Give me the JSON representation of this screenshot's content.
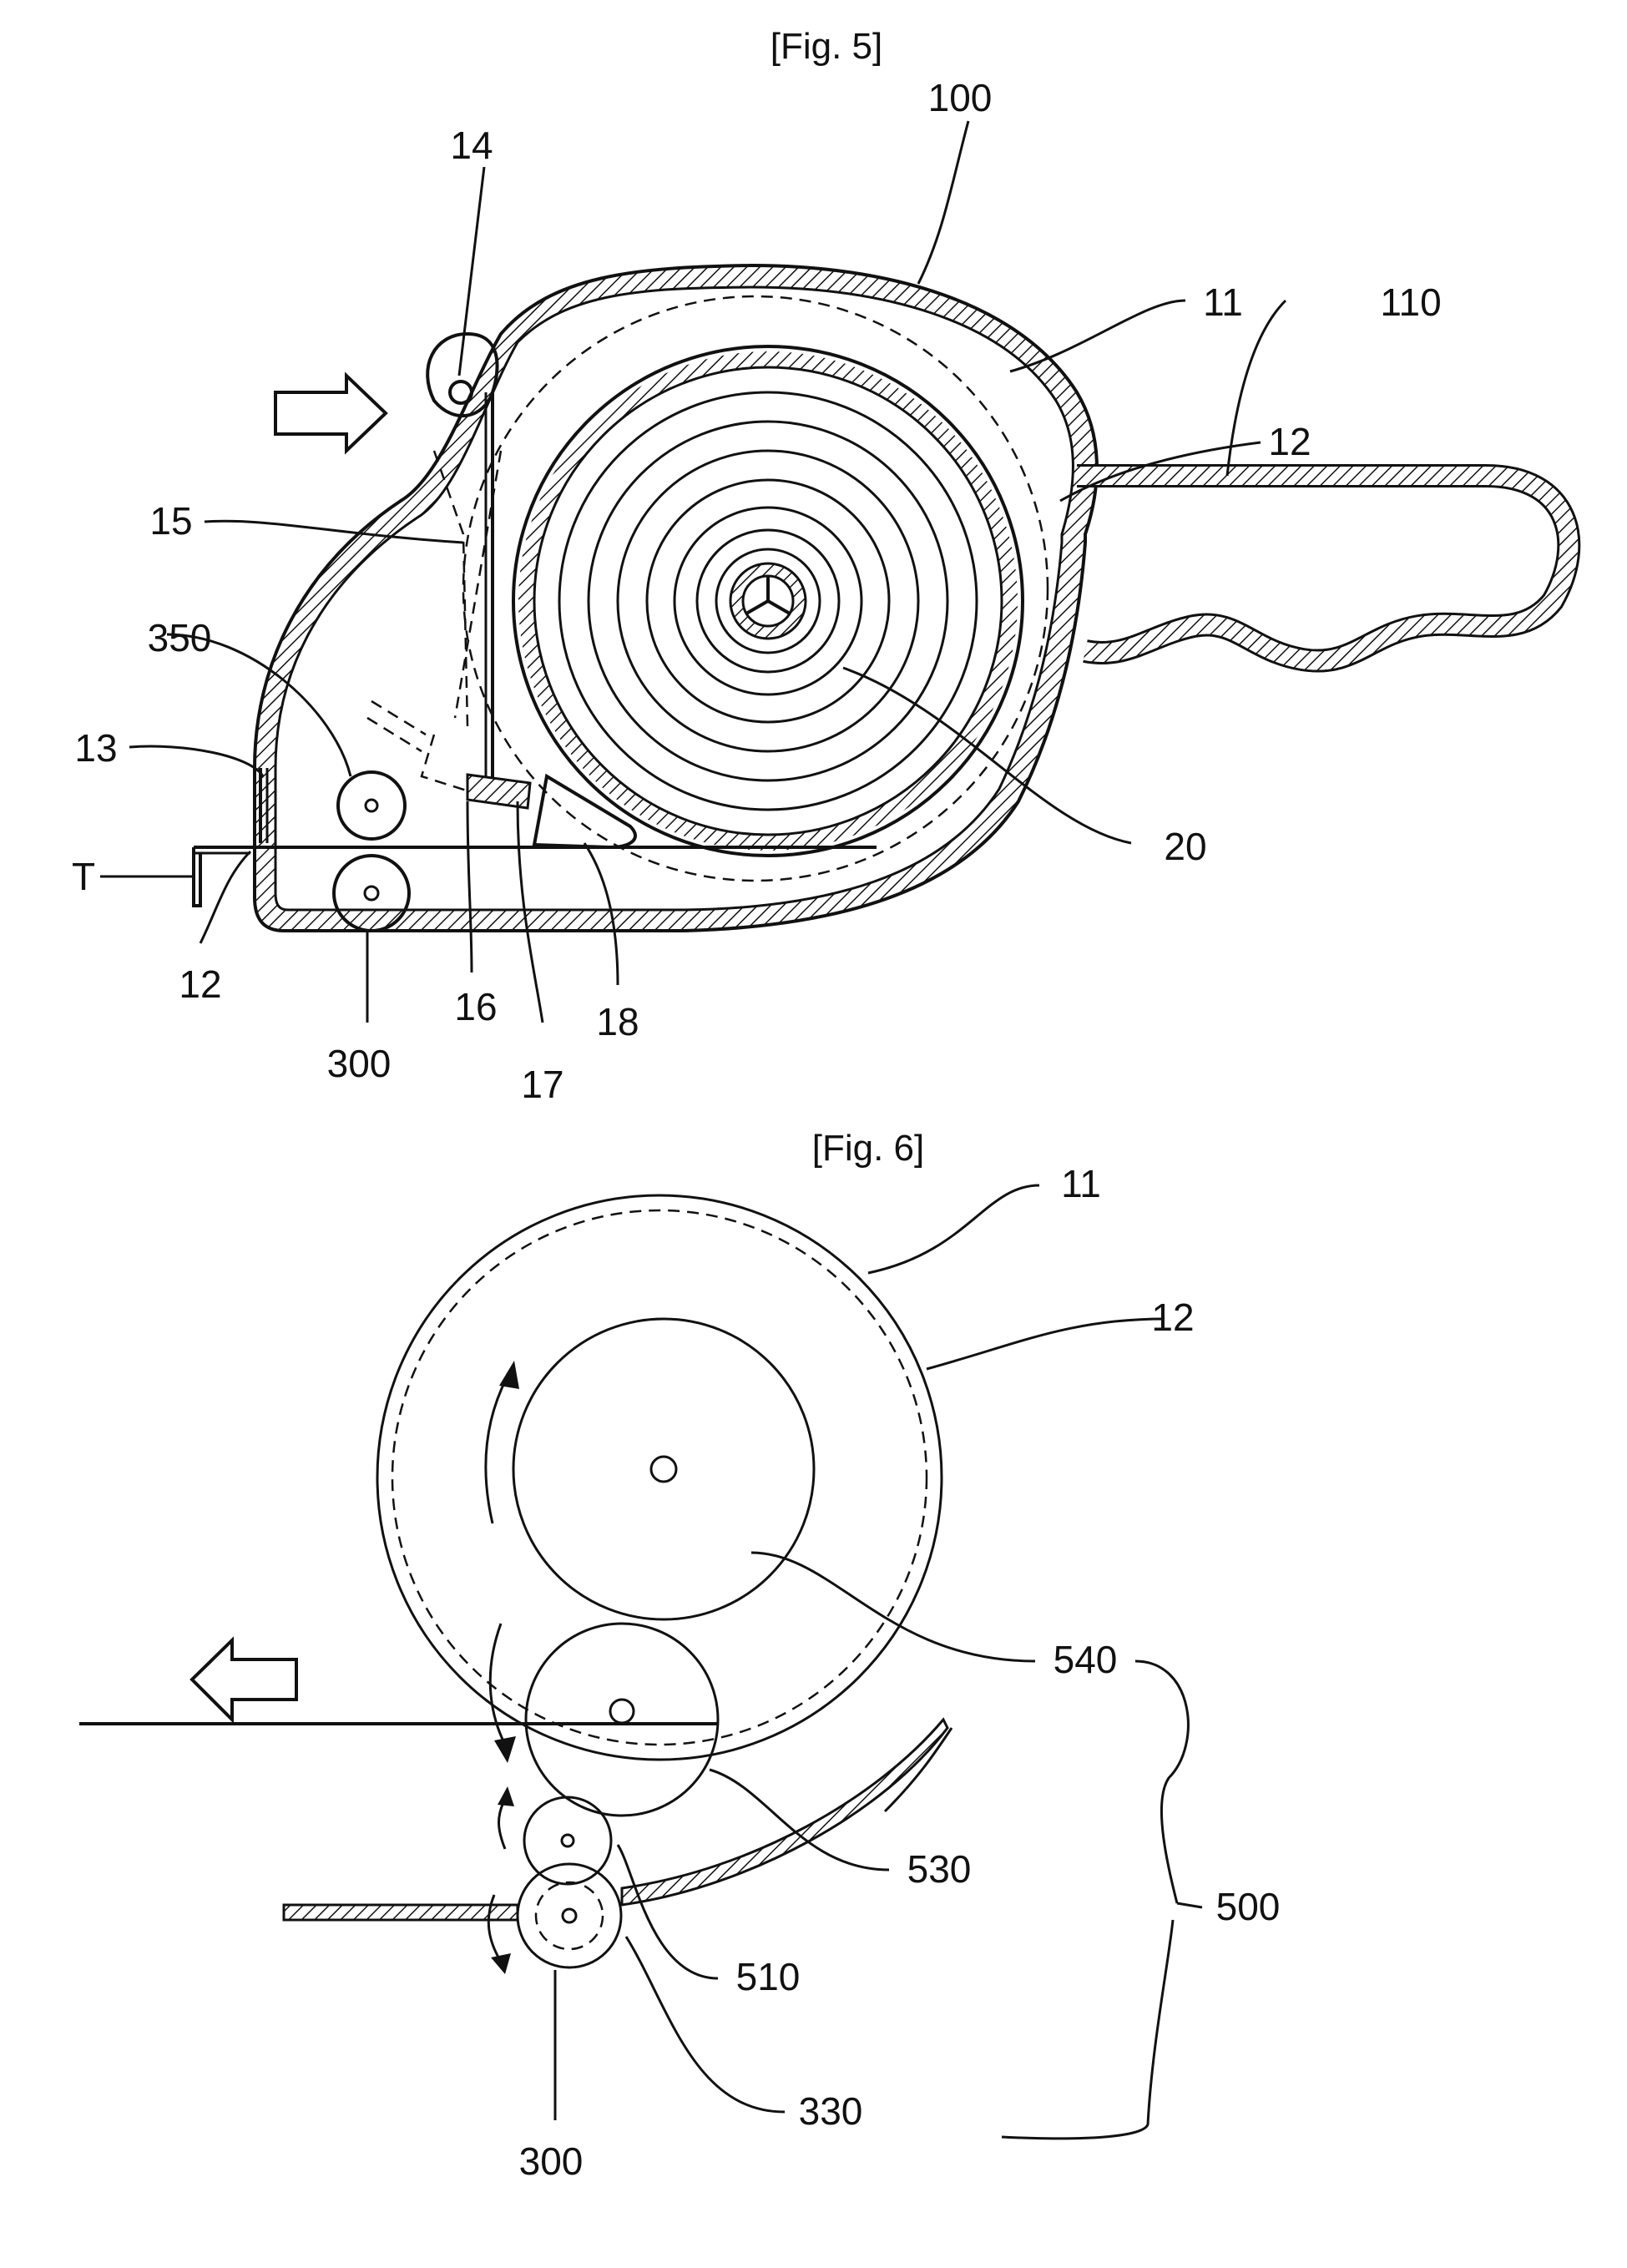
{
  "figures": [
    {
      "caption": "[Fig. 5]",
      "labels": [
        "100",
        "14",
        "11",
        "110",
        "12",
        "15",
        "350",
        "13",
        "T",
        "20",
        "12",
        "16",
        "18",
        "17",
        "300"
      ]
    },
    {
      "caption": "[Fig. 6]",
      "labels": [
        "11",
        "12",
        "540",
        "530",
        "500",
        "510",
        "330",
        "300"
      ]
    }
  ]
}
